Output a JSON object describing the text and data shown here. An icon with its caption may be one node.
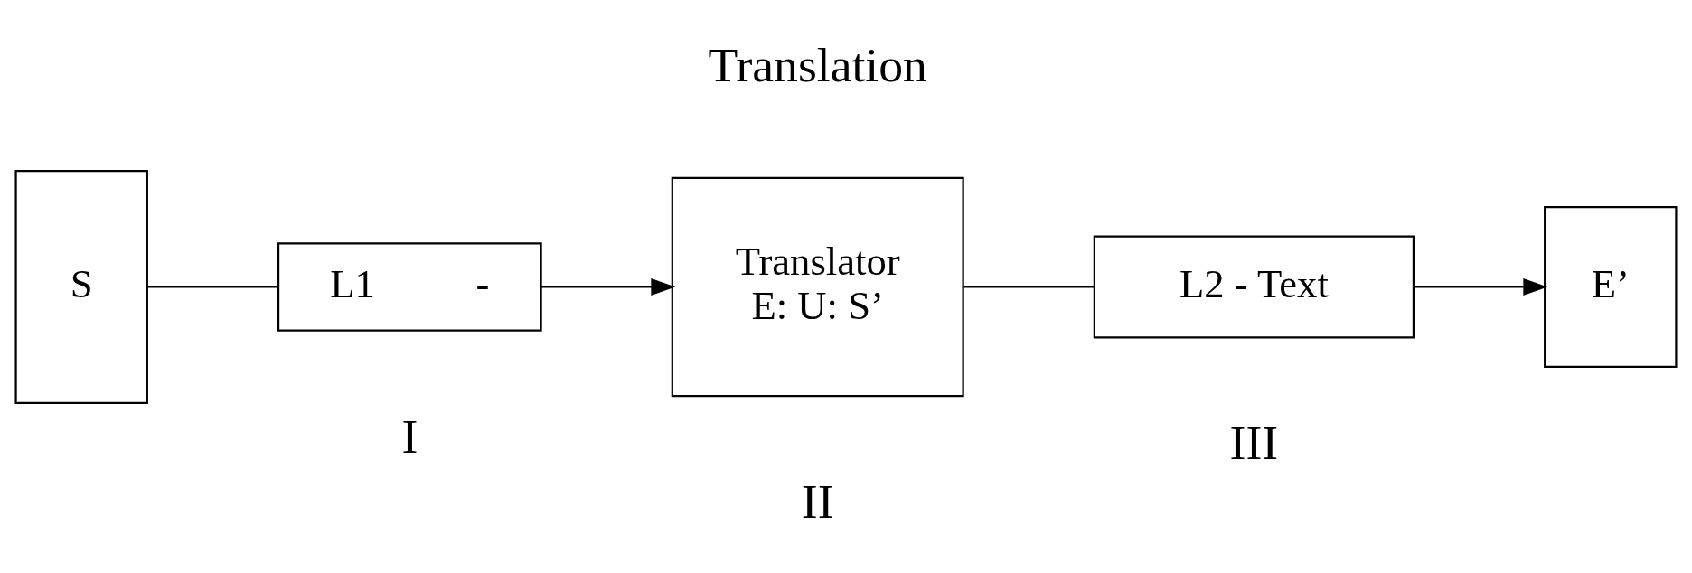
{
  "diagram": {
    "nodes": [
      {
        "text": [
          "S"
        ]
      },
      {
        "text": [
          "L1          -"
        ]
      },
      {
        "text": [
          "Translator",
          "E: U: S’"
        ]
      },
      {
        "text": [
          "L2 - Text"
        ]
      },
      {
        "text": [
          "E’"
        ]
      }
    ],
    "edges": [
      {
        "from": 0,
        "to": 1,
        "arrow": "none"
      },
      {
        "from": 1,
        "to": 2,
        "arrow": "to"
      },
      {
        "from": 2,
        "to": 3,
        "arrow": "none"
      },
      {
        "from": 3,
        "to": 4,
        "arrow": "to"
      }
    ],
    "labels": [
      "Translation",
      "I",
      "II",
      "III"
    ]
  }
}
